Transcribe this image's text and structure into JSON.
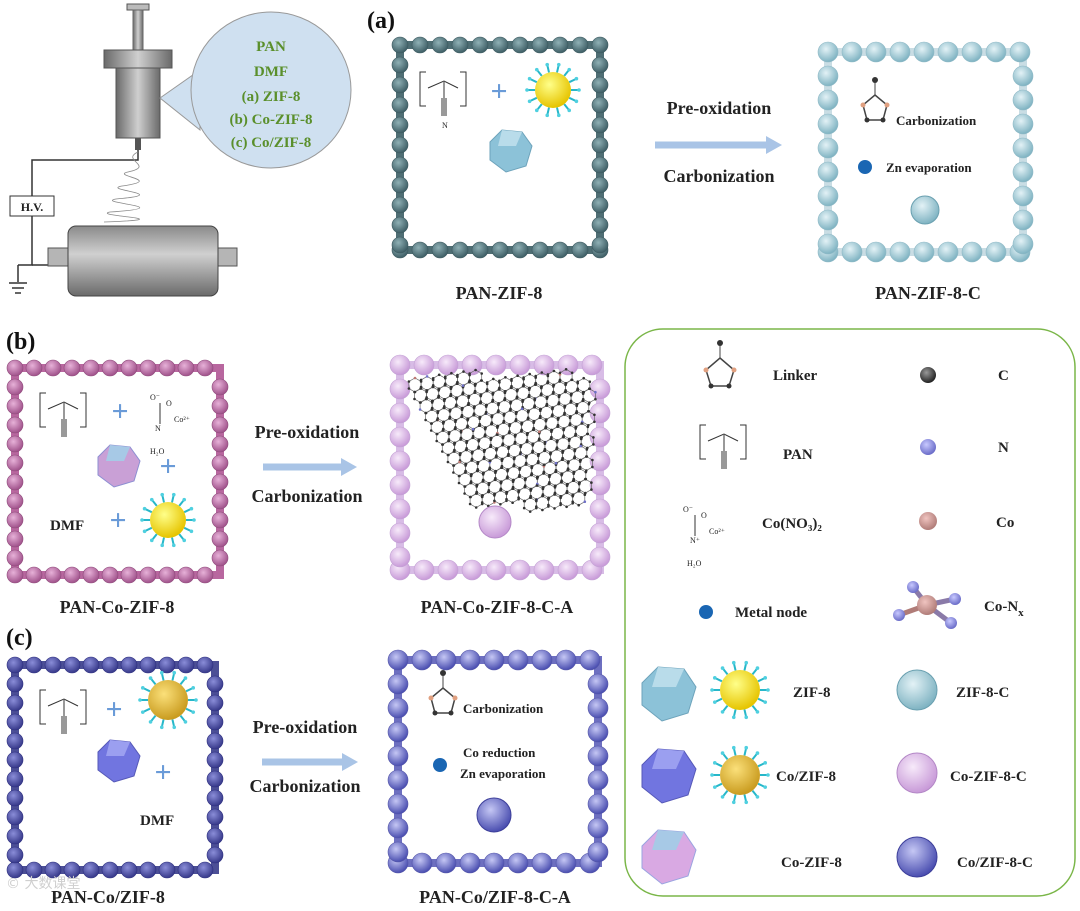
{
  "panel_labels": {
    "a": "(a)",
    "b": "(b)",
    "c": "(c)"
  },
  "electrospinning": {
    "callout_lines": [
      "PAN",
      "DMF",
      "(a) ZIF-8",
      "(b) Co-ZIF-8",
      "(c) Co/ZIF-8"
    ],
    "hv_label": "H.V."
  },
  "process": {
    "step1": "Pre-oxidation",
    "step2": "Carbonization"
  },
  "panel_a": {
    "left_caption": "PAN-ZIF-8",
    "right_caption": "PAN-ZIF-8-C",
    "inner_carbonization": "Carbonization",
    "inner_zn": "Zn evaporation"
  },
  "panel_b": {
    "left_caption": "PAN-Co-ZIF-8",
    "right_caption": "PAN-Co-ZIF-8-C-A",
    "dmf": "DMF",
    "h2o": "H₂O",
    "co2": "Co²⁺"
  },
  "panel_c": {
    "left_caption": "PAN-Co/ZIF-8",
    "right_caption": "PAN-Co/ZIF-8-C-A",
    "dmf": "DMF",
    "inner_carbonization": "Carbonization",
    "inner_co": "Co reduction",
    "inner_zn": "Zn evaporation"
  },
  "legend": {
    "linker": "Linker",
    "c": "C",
    "pan": "PAN",
    "n": "N",
    "cono3": "Co(NO₃)₂",
    "co": "Co",
    "metal_node": "Metal node",
    "con": "Co-N",
    "con_sub": "x",
    "zif8": "ZIF-8",
    "zif8c": "ZIF-8-C",
    "cozif8_slash": "Co/ZIF-8",
    "cozif8c_dash": "Co-ZIF-8-C",
    "cozif8_dash": "Co-ZIF-8",
    "cozif8c_slash": "Co/ZIF-8-C"
  },
  "watermark": "© 大数课堂",
  "colors": {
    "frame_a": "#4f6e74",
    "frame_a_c": "#9fc6d3",
    "frame_b": "#b8679f",
    "frame_b_c": "#d8bce6",
    "frame_c": "#4c4f96",
    "frame_c_c": "#6d6fc0",
    "arrow": "#a9c4e6",
    "legend_border": "#7ab648",
    "green_text": "#5a8f2b",
    "callout_fill": "#cfe0f0"
  }
}
